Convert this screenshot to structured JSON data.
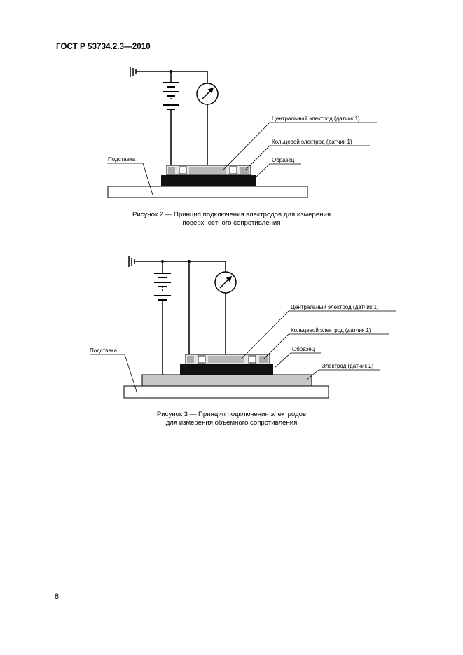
{
  "header": "ГОСТ Р 53734.2.3—2010",
  "page_number": "8",
  "figures": [
    {
      "labels": {
        "central_electrode": "Центральный электрод (датчик 1)",
        "ring_electrode": "Кольцевой электрод (датчик 1)",
        "sample": "Образец",
        "stand": "Подставка"
      },
      "caption_line1": "Рисунок 2 — Принцип подключения электродов для измерения",
      "caption_line2": "поверхностного сопротивления"
    },
    {
      "labels": {
        "central_electrode": "Центральный электрод (датчик 1)",
        "ring_electrode": "Кольцевой электрод (датчик 1)",
        "sample": "Образец",
        "electrode2": "Электрод (датчик 2)",
        "stand": "Подставка"
      },
      "caption_line1": "Рисунок 3 — Принцип подключения электродов",
      "caption_line2": "для измерения объемного сопротивления"
    }
  ]
}
